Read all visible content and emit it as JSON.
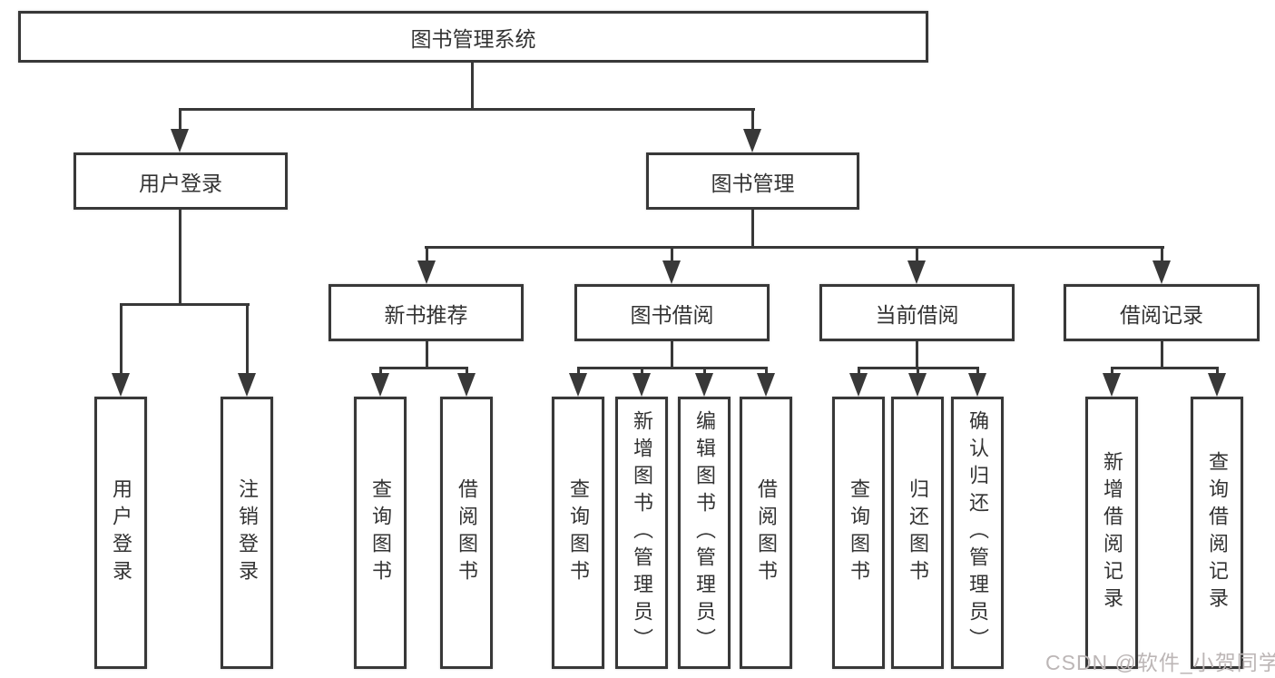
{
  "diagram_type": "tree-structure",
  "tree": {
    "label": "图书管理系统",
    "children": [
      {
        "label": "用户登录",
        "children": [
          {
            "label": "用户登录"
          },
          {
            "label": "注销登录"
          }
        ]
      },
      {
        "label": "图书管理",
        "children": [
          {
            "label": "新书推荐",
            "children": [
              {
                "label": "查询图书"
              },
              {
                "label": "借阅图书"
              }
            ]
          },
          {
            "label": "图书借阅",
            "children": [
              {
                "label": "查询图书"
              },
              {
                "label": "新增图书（管理员）"
              },
              {
                "label": "编辑图书（管理员）"
              },
              {
                "label": "借阅图书"
              }
            ]
          },
          {
            "label": "当前借阅",
            "children": [
              {
                "label": "查询图书"
              },
              {
                "label": "归还图书"
              },
              {
                "label": "确认归还（管理员）"
              }
            ]
          },
          {
            "label": "借阅记录",
            "children": [
              {
                "label": "新增借阅记录"
              },
              {
                "label": "查询借阅记录"
              }
            ]
          }
        ]
      }
    ]
  },
  "watermark": {
    "text": "CSDN @软件_小贺同学"
  },
  "colors": {
    "line": "#383838",
    "text": "#333333",
    "background": "#ffffff",
    "watermark": "#bcb6b6"
  }
}
